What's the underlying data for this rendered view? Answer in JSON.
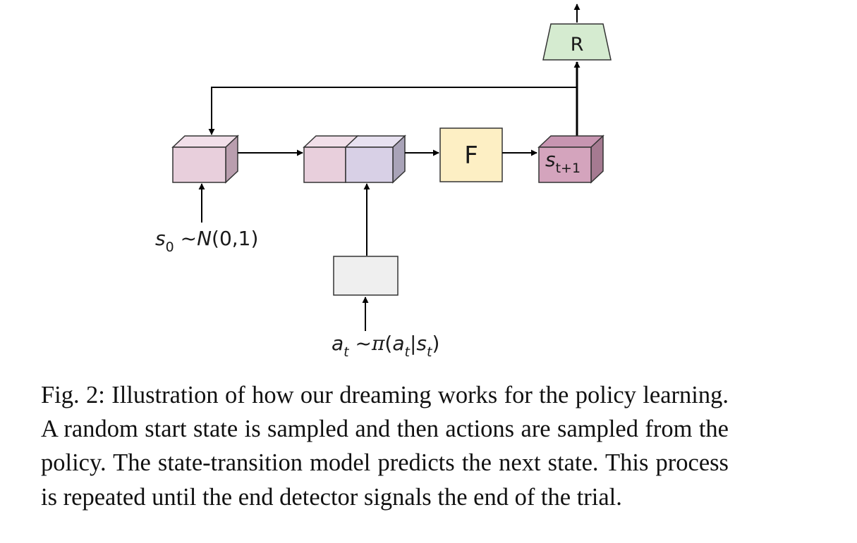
{
  "diagram": {
    "reward_box": {
      "label": "R",
      "color": "#d5ebd0"
    },
    "forward_model_box": {
      "label": "F",
      "color": "#fdefc4"
    },
    "next_state_box": {
      "label_main": "s",
      "label_sub": "t+1",
      "color": "#d4a4bd"
    },
    "state_box": {
      "color": "#e8cfdc"
    },
    "action_box": {
      "color": "#d8d0e6"
    },
    "policy_box": {
      "color": "#efefef"
    },
    "s0_label": {
      "main": "s",
      "sub": "0",
      "rest": " ~",
      "dist": "N",
      "params": "(0,1)"
    },
    "at_label": {
      "a": "a",
      "t": "t",
      "tilde": " ~",
      "pi": "π",
      "open": "(",
      "a2": "a",
      "t2": "t",
      "bar": "|",
      "s": "s",
      "t3": "t",
      "close": ")"
    }
  },
  "caption": "Fig. 2: Illustration of how our dreaming works for the policy learning. A random start state is sampled and then actions are sampled from the policy. The state-transition model predicts the next state. This process is repeated until the end detector signals the end of the trial."
}
